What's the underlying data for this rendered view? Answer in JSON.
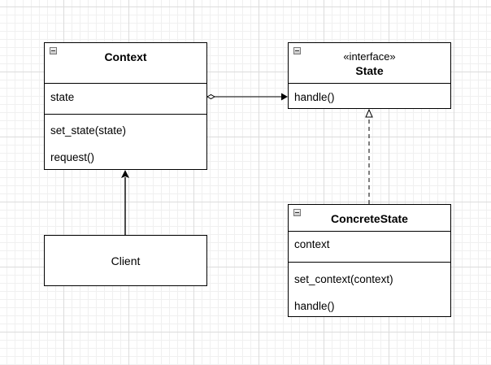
{
  "context": {
    "name": "Context",
    "attributes": [
      "state"
    ],
    "operations": [
      "set_state(state)",
      "request()"
    ]
  },
  "state": {
    "stereotype": "«interface»",
    "name": "State",
    "operations": [
      "handle()"
    ]
  },
  "concrete_state": {
    "name": "ConcreteState",
    "attributes": [
      "context"
    ],
    "operations": [
      "set_context(context)",
      "handle()"
    ]
  },
  "client": {
    "name": "Client"
  },
  "colors": {
    "stroke": "#000000",
    "grid": "#dcdcdc",
    "background": "#ffffff"
  }
}
